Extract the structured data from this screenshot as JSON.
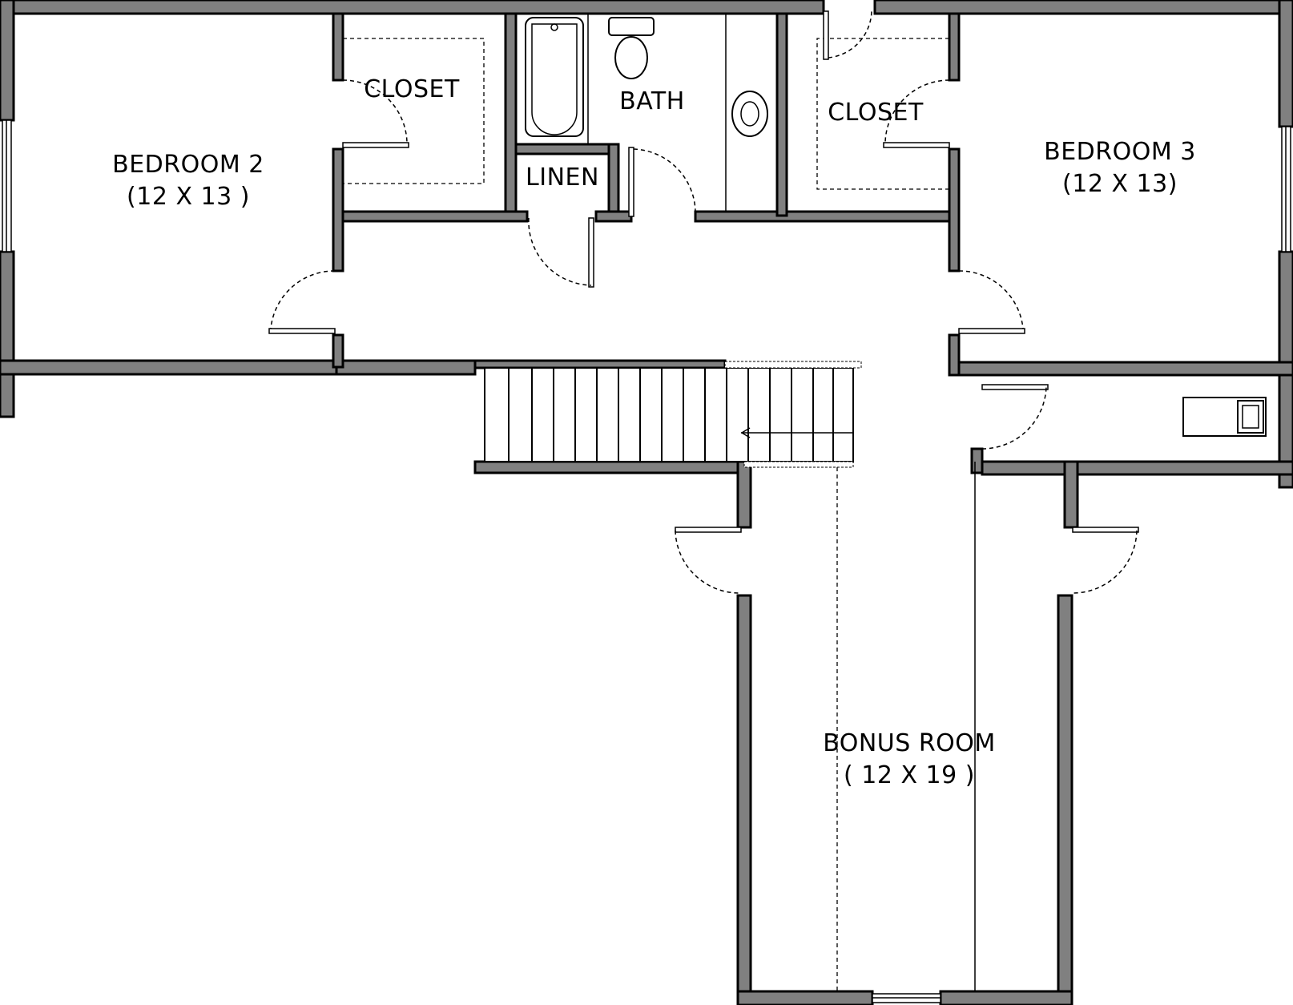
{
  "rooms": {
    "bedroom2": {
      "name": "BEDROOM 2",
      "size": "(12 X 13 )"
    },
    "closet_left": {
      "name": "CLOSET"
    },
    "bath": {
      "name": "BATH"
    },
    "linen": {
      "name": "LINEN"
    },
    "closet_right": {
      "name": "CLOSET"
    },
    "bedroom3": {
      "name": "BEDROOM 3",
      "size": "(12 X 13)"
    },
    "bonus": {
      "name": "BONUS ROOM",
      "size": "( 12 X 19 )"
    }
  },
  "colors": {
    "wall_fill": "#808080",
    "line": "#000000",
    "background": "#ffffff"
  }
}
